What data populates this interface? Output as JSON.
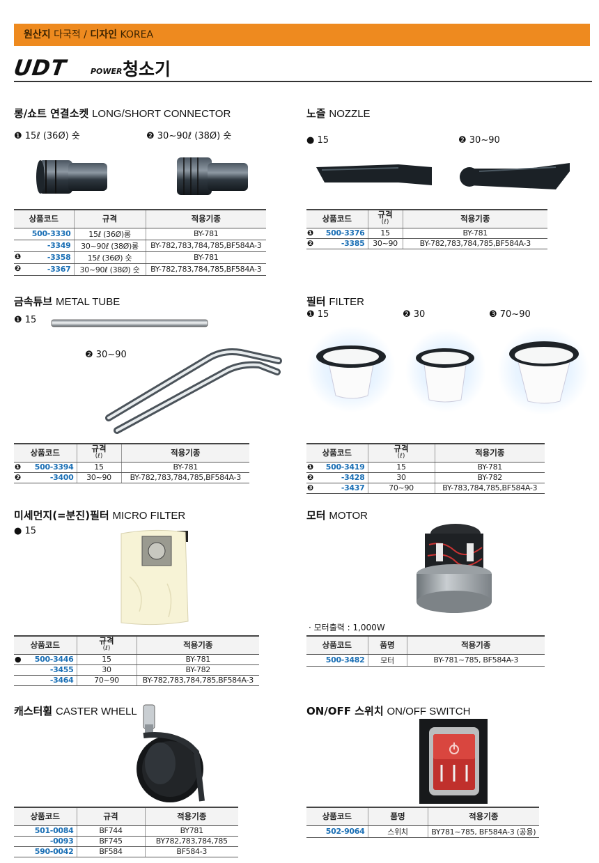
{
  "header": {
    "origin_label": "원산지",
    "origin_value": "다국적 / ",
    "design_label": "디자인",
    "design_value": "KOREA",
    "logo_text": "UDT",
    "logo_sub": "POWER",
    "title": "청소기"
  },
  "connector": {
    "title_ko": "롱/쇼트 연결소켓",
    "title_en": "LONG/SHORT CONNECTOR",
    "opt1": "❶ 15ℓ (36Ø) 숏",
    "opt2": "❷ 30~90ℓ (38Ø) 숏",
    "headers": [
      "상품코드",
      "규격",
      "적용기종"
    ],
    "rows": [
      {
        "mark": "",
        "code": "500-3330",
        "spec": "15ℓ (36Ø)롱",
        "model": "BY-781"
      },
      {
        "mark": "",
        "code": "-3349",
        "spec": "30~90ℓ (38Ø)롱",
        "model": "BY-782,783,784,785,BF584A-3"
      },
      {
        "mark": "❶",
        "code": "-3358",
        "spec": "15ℓ (36Ø) 숏",
        "model": "BY-781"
      },
      {
        "mark": "❷",
        "code": "-3367",
        "spec": "30~90ℓ (38Ø) 숏",
        "model": "BY-782,783,784,785,BF584A-3"
      }
    ]
  },
  "nozzle": {
    "title_ko": "노즐",
    "title_en": "NOZZLE",
    "opt1": "● 15",
    "opt2": "❷ 30~90",
    "headers": [
      "상품코드",
      "규격",
      "(ℓ)",
      "적용기종"
    ],
    "rows": [
      {
        "mark": "❶",
        "code": "500-3376",
        "spec": "15",
        "model": "BY-781"
      },
      {
        "mark": "❷",
        "code": "-3385",
        "spec": "30~90",
        "model": "BY-782,783,784,785,BF584A-3"
      }
    ]
  },
  "metal_tube": {
    "title_ko": "금속튜브",
    "title_en": "METAL TUBE",
    "opt1": "❶ 15",
    "opt2": "❷ 30~90",
    "headers": [
      "상품코드",
      "규격",
      "(ℓ)",
      "적용기종"
    ],
    "rows": [
      {
        "mark": "❶",
        "code": "500-3394",
        "spec": "15",
        "model": "BY-781"
      },
      {
        "mark": "❷",
        "code": "-3400",
        "spec": "30~90",
        "model": "BY-782,783,784,785,BF584A-3"
      }
    ]
  },
  "filter": {
    "title_ko": "필터",
    "title_en": "FILTER",
    "opt1": "❶ 15",
    "opt2": "❷ 30",
    "opt3": "❸ 70~90",
    "headers": [
      "상품코드",
      "규격",
      "(ℓ)",
      "적용기종"
    ],
    "rows": [
      {
        "mark": "❶",
        "code": "500-3419",
        "spec": "15",
        "model": "BY-781"
      },
      {
        "mark": "❷",
        "code": "-3428",
        "spec": "30",
        "model": "BY-782"
      },
      {
        "mark": "❸",
        "code": "-3437",
        "spec": "70~90",
        "model": "BY-783,784,785,BF584A-3"
      }
    ]
  },
  "micro_filter": {
    "title_ko": "미세먼지(=분진)필터",
    "title_en": "MICRO FILTER",
    "opt1": "● 15",
    "headers": [
      "상품코드",
      "규격",
      "(ℓ)",
      "적용기종"
    ],
    "rows": [
      {
        "mark": "●",
        "code": "500-3446",
        "spec": "15",
        "model": "BY-781"
      },
      {
        "mark": "",
        "code": "-3455",
        "spec": "30",
        "model": "BY-782"
      },
      {
        "mark": "",
        "code": "-3464",
        "spec": "70~90",
        "model": "BY-782,783,784,785,BF584A-3"
      }
    ]
  },
  "motor": {
    "title_ko": "모터",
    "title_en": "MOTOR",
    "note": "· 모터출력 : 1,000W",
    "headers": [
      "상품코드",
      "품명",
      "적용기종"
    ],
    "rows": [
      {
        "mark": "",
        "code": "500-3482",
        "spec": "모터",
        "model": "BY-781~785, BF584A-3"
      }
    ]
  },
  "caster": {
    "title_ko": "캐스터휠",
    "title_en": "CASTER WHELL",
    "headers": [
      "상품코드",
      "규격",
      "적용기종"
    ],
    "rows": [
      {
        "mark": "",
        "code": "501-0084",
        "spec": "BF744",
        "model": "BY781"
      },
      {
        "mark": "",
        "code": "-0093",
        "spec": "BF745",
        "model": "BY782,783,784,785"
      },
      {
        "mark": "",
        "code": "590-0042",
        "spec": "BF584",
        "model": "BF584-3"
      }
    ]
  },
  "switch": {
    "title_ko": "ON/OFF 스위치",
    "title_en": "ON/OFF SWITCH",
    "headers": [
      "상품코드",
      "품명",
      "적용기종"
    ],
    "rows": [
      {
        "mark": "",
        "code": "502-9064",
        "spec": "스위치",
        "model": "BY781~785, BF584A-3 (공용)"
      }
    ]
  }
}
